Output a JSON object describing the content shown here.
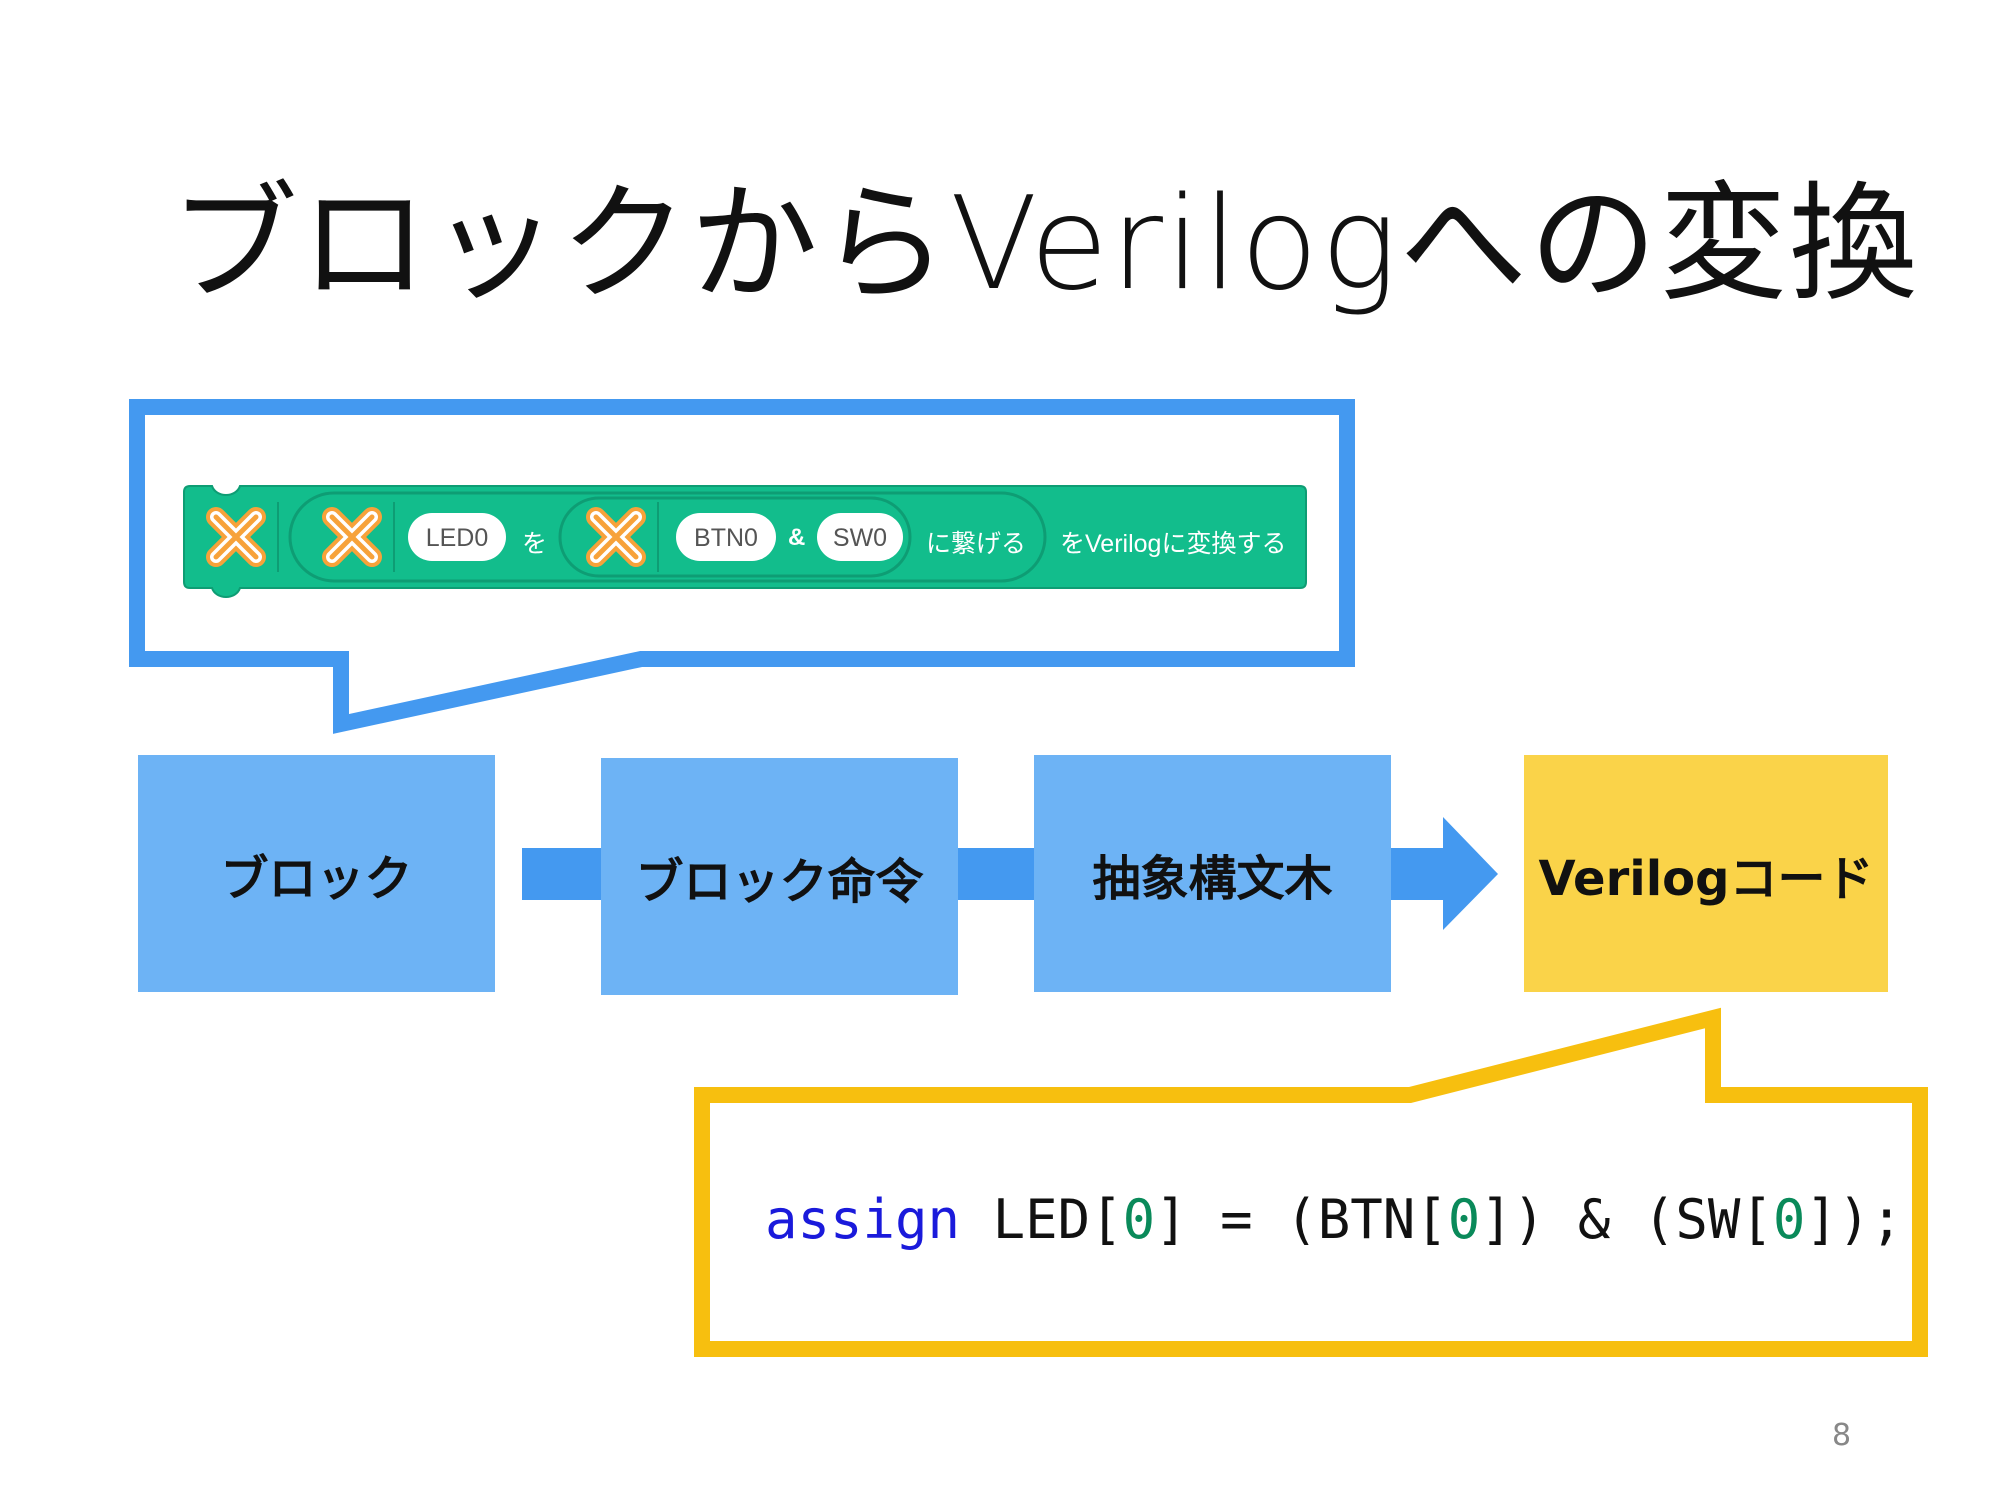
{
  "slide": {
    "title": "ブロックからVerilogへの変換",
    "page_number": "8"
  },
  "block": {
    "pill_led": "LED0",
    "label_wo": "を",
    "pill_btn": "BTN0",
    "label_amp": "&",
    "pill_sw": "SW0",
    "label_connect": "に繋げる",
    "label_convert": "をVerilogに変換する"
  },
  "flow": {
    "step1": "ブロック",
    "step2": "ブロック命令",
    "step3": "抽象構文木",
    "step4": "Verilogコード"
  },
  "code": {
    "keyword": "assign",
    "t1": " LED[",
    "n1": "0",
    "t2": "] = (BTN[",
    "n2": "0",
    "t3": "]) & (SW[",
    "n3": "0",
    "t4": "]);"
  },
  "colors": {
    "callout_blue": "#4499f0",
    "box_blue": "#6db3f5",
    "callout_yellow": "#f7bf0f",
    "box_yellow": "#fad349",
    "block_green": "#12bd8c",
    "keyword_blue": "#1a1adb",
    "number_green": "#0a8a5a"
  }
}
